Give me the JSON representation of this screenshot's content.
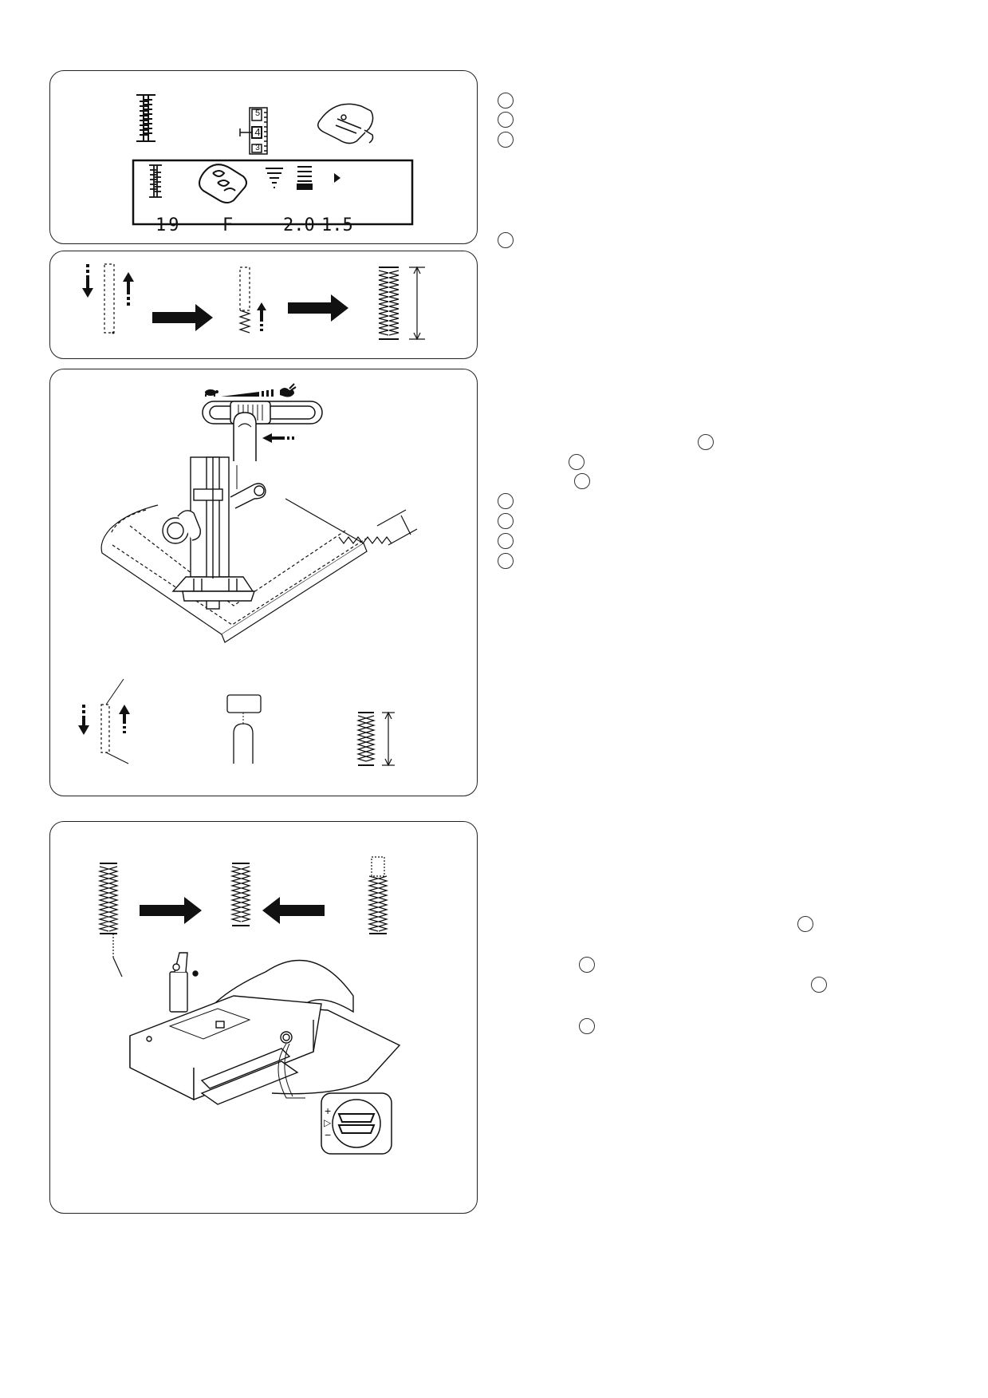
{
  "panel_1": {
    "dial_numbers": [
      "5",
      "4",
      "3"
    ],
    "lcd": {
      "pattern_number": "19",
      "foot": "F",
      "stitch_width": "2.0",
      "stitch_length": "1.5"
    }
  },
  "panel_3": {
    "speed_slider": {
      "slow_icon": "turtle-icon",
      "fast_icon": "rabbit-icon"
    }
  },
  "panel_4": {
    "adjust_dial_symbols": [
      "+",
      "▷",
      "−"
    ]
  }
}
